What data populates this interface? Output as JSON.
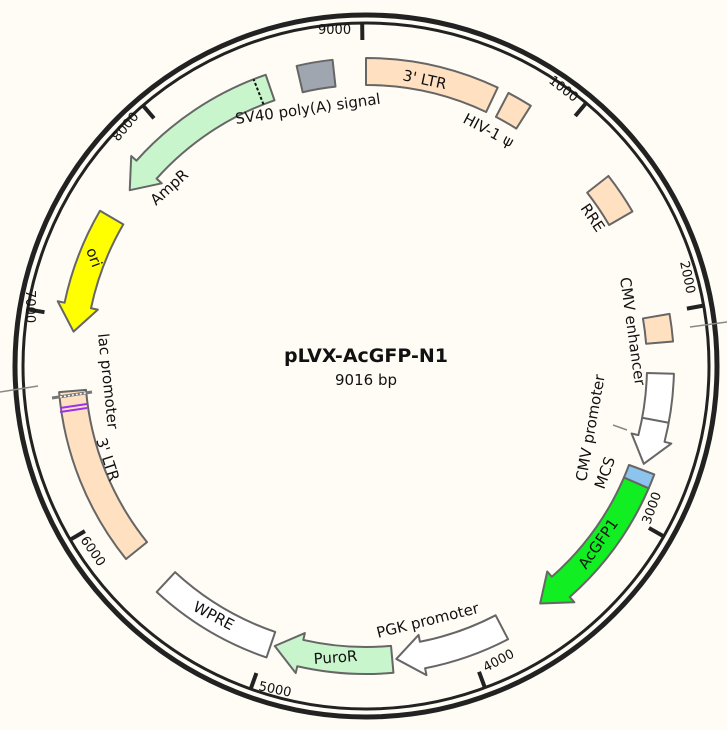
{
  "plasmid": {
    "name": "pLVX-AcGFP-N1",
    "length_label": "9016 bp",
    "length": 9016
  },
  "ticks": [
    {
      "bp": 1000,
      "label": "1000"
    },
    {
      "bp": 2000,
      "label": "2000"
    },
    {
      "bp": 3000,
      "label": "3000"
    },
    {
      "bp": 4000,
      "label": "4000"
    },
    {
      "bp": 5000,
      "label": "5000"
    },
    {
      "bp": 6000,
      "label": "6000"
    },
    {
      "bp": 7000,
      "label": "7000"
    },
    {
      "bp": 8000,
      "label": "8000"
    },
    {
      "bp": 9000,
      "label": "9000"
    }
  ],
  "features": [
    {
      "id": "ltr3-top",
      "label": "3' LTR",
      "start": 0,
      "end": 634,
      "dir": 0,
      "color": "#ffe0c0"
    },
    {
      "id": "hiv1-psi",
      "label": "HIV-1 ψ",
      "start": 690,
      "end": 810,
      "dir": 0,
      "color": "#ffe0c0"
    },
    {
      "id": "rre",
      "label": "RRE",
      "start": 1300,
      "end": 1500,
      "dir": 0,
      "color": "#ffe0c0"
    },
    {
      "id": "cmv-enhancer",
      "label": "CMV enhancer",
      "start": 2010,
      "end": 2140,
      "dir": 0,
      "color": "#ffe0c0"
    },
    {
      "id": "cmv-promoter",
      "label": "CMV promoter",
      "start": 2290,
      "end": 2740,
      "dir": 1,
      "color": "#ffffff"
    },
    {
      "id": "mcs",
      "label": "MCS",
      "start": 2770,
      "end": 2840,
      "dir": 0,
      "color": "#8cc4ee"
    },
    {
      "id": "acgfp1",
      "label": "AcGFP1",
      "start": 2840,
      "end": 3600,
      "dir": 1,
      "color": "#11ee22"
    },
    {
      "id": "pgk-promoter",
      "label": "PGK promoter",
      "start": 3820,
      "end": 4360,
      "dir": 1,
      "color": "#ffffff"
    },
    {
      "id": "puror",
      "label": "PuroR",
      "start": 4380,
      "end": 4960,
      "dir": 1,
      "color": "#c8f5cc"
    },
    {
      "id": "wpre",
      "label": "WPRE",
      "start": 4980,
      "end": 5580,
      "dir": 0,
      "color": "#ffffff"
    },
    {
      "id": "ltr3-left",
      "label": "3' LTR",
      "start": 5790,
      "end": 6640,
      "dir": 0,
      "color": "#ffe0c0"
    },
    {
      "id": "ori",
      "label": "ori",
      "start": 6930,
      "end": 7520,
      "dir": -1,
      "color": "#ffff00"
    },
    {
      "id": "ampr",
      "label": "AmpR",
      "start": 7680,
      "end": 8540,
      "dir": -1,
      "color": "#c8f5cc"
    },
    {
      "id": "sv40-polya",
      "label": "SV40 poly(A) signal",
      "start": 8690,
      "end": 8860,
      "dir": 0,
      "color": "#a0a6b0"
    }
  ],
  "lac_promoter": {
    "label": "lac promoter",
    "color": "#9933ee"
  }
}
